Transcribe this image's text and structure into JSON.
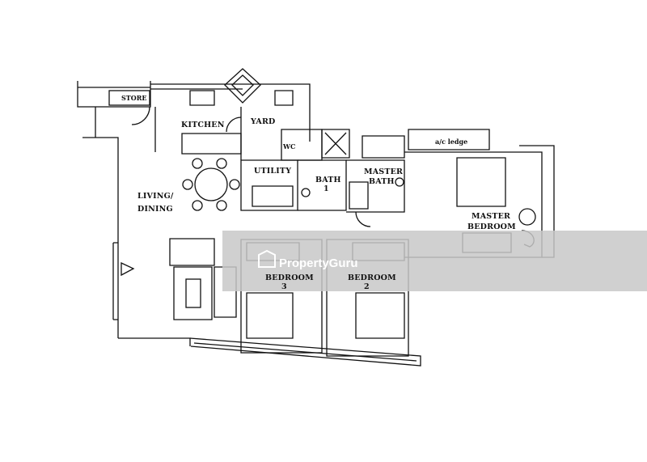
{
  "rooms": {
    "store": "STORE",
    "kitchen": "KITCHEN",
    "yard": "YARD",
    "wc": "WC",
    "utility": "UTILITY",
    "bath_1_line1": "BATH",
    "bath_1_line2": "1",
    "master_bath_line1": "MASTER",
    "master_bath_line2": "BATH",
    "ac_ledge": "a/c ledge",
    "living_line1": "LIVING/",
    "living_line2": "DINING",
    "master_bedroom_line1": "MASTER",
    "master_bedroom_line2": "BEDROOM",
    "bedroom3_line1": "BEDROOM",
    "bedroom3_line2": "3",
    "bedroom2_line1": "BEDROOM",
    "bedroom2_line2": "2"
  },
  "watermark": {
    "text": "PropertyGuru",
    "band_color": "#c8c8c8"
  },
  "line_color": "#111111"
}
